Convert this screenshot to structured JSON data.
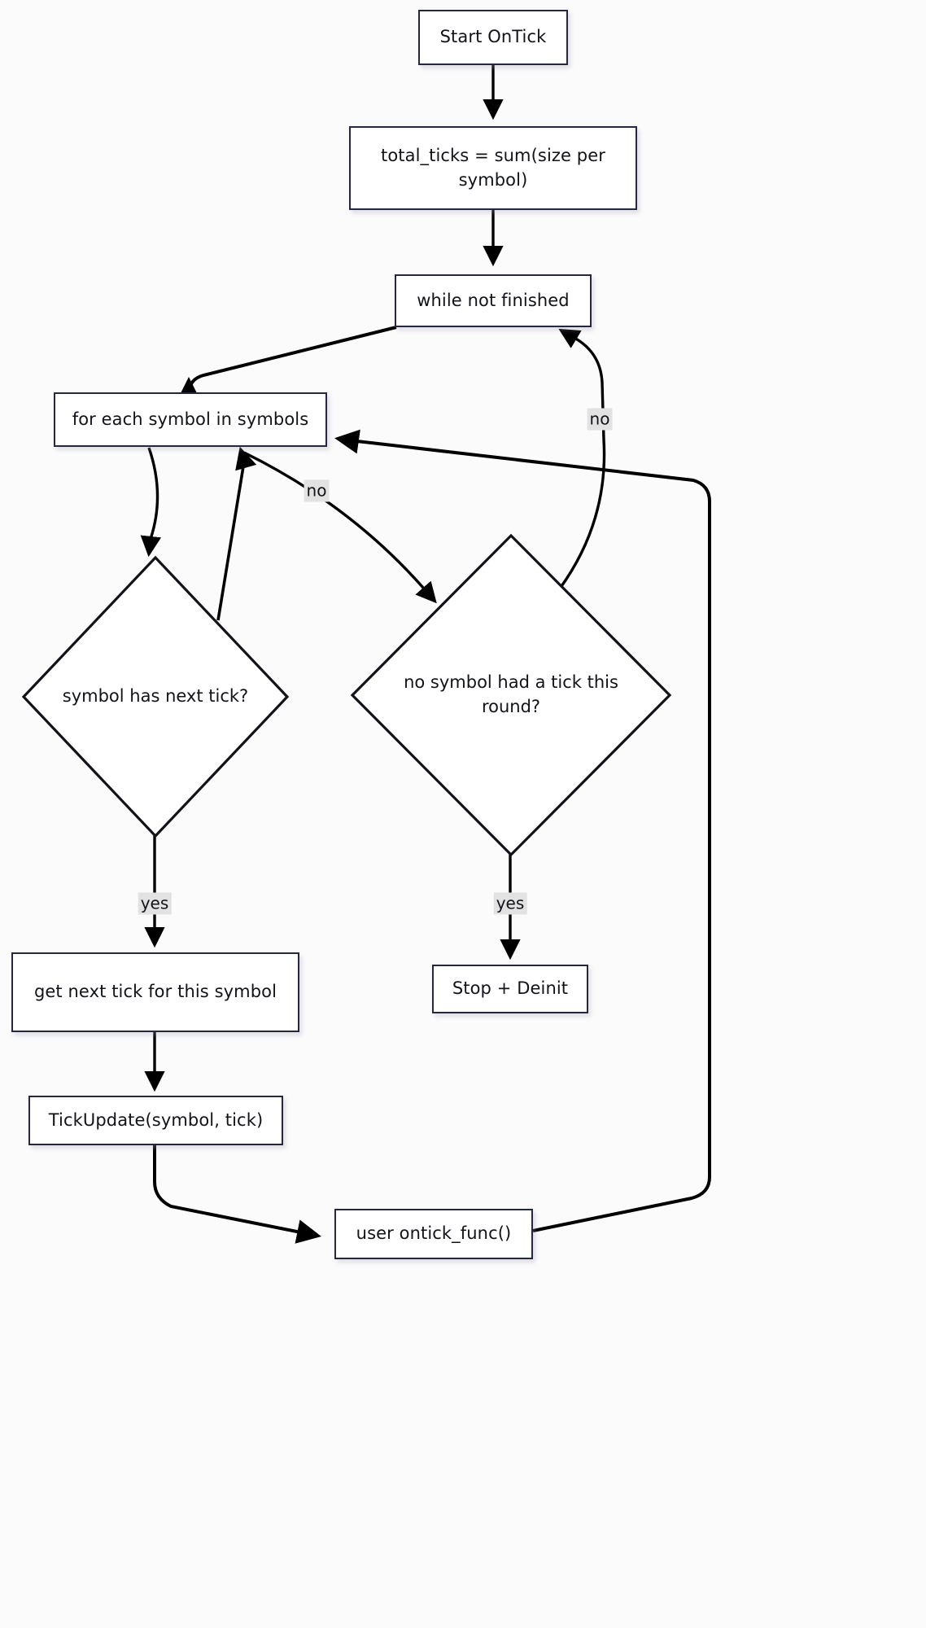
{
  "diagram": {
    "title": "OnTick processing flowchart",
    "type": "flowchart",
    "colors": {
      "node_border": "#272640",
      "node_fill": "#ffffff",
      "edge_stroke": "#000000",
      "edge_label_bg": "#e2e2e2",
      "canvas_bg": "#fbfbfc",
      "text": "#111318"
    }
  },
  "nodes": {
    "start": {
      "label": "Start OnTick",
      "shape": "rect"
    },
    "total_ticks": {
      "label": "total_ticks = sum(size per symbol)",
      "shape": "rect"
    },
    "while_not_finished": {
      "label": "while not finished",
      "shape": "rect"
    },
    "for_each_symbol": {
      "label": "for each symbol in symbols",
      "shape": "rect"
    },
    "symbol_has_next_tick": {
      "label": "symbol has next tick?",
      "shape": "diamond"
    },
    "no_symbol_had_tick": {
      "label": "no symbol had a tick this round?",
      "shape": "diamond"
    },
    "get_next_tick": {
      "label": "get next tick for this symbol",
      "shape": "rect"
    },
    "stop_deinit": {
      "label": "Stop + Deinit",
      "shape": "rect"
    },
    "tick_update": {
      "label": "TickUpdate(symbol, tick)",
      "shape": "rect"
    },
    "user_ontick_func": {
      "label": "user ontick_func()",
      "shape": "rect"
    }
  },
  "edge_labels": {
    "loop_back_no": "no",
    "symbol_next_no": "no",
    "symbol_next_yes": "yes",
    "round_check_yes": "yes"
  },
  "edges": [
    {
      "from": "start",
      "to": "total_ticks",
      "label": ""
    },
    {
      "from": "total_ticks",
      "to": "while_not_finished",
      "label": ""
    },
    {
      "from": "while_not_finished",
      "to": "for_each_symbol",
      "label": ""
    },
    {
      "from": "for_each_symbol",
      "to": "symbol_has_next_tick",
      "label": ""
    },
    {
      "from": "for_each_symbol",
      "to": "no_symbol_had_tick",
      "label": ""
    },
    {
      "from": "symbol_has_next_tick",
      "to": "for_each_symbol",
      "label": "no"
    },
    {
      "from": "symbol_has_next_tick",
      "to": "get_next_tick",
      "label": "yes"
    },
    {
      "from": "no_symbol_had_tick",
      "to": "while_not_finished",
      "label": "no"
    },
    {
      "from": "no_symbol_had_tick",
      "to": "stop_deinit",
      "label": "yes"
    },
    {
      "from": "get_next_tick",
      "to": "tick_update",
      "label": ""
    },
    {
      "from": "tick_update",
      "to": "user_ontick_func",
      "label": ""
    },
    {
      "from": "user_ontick_func",
      "to": "for_each_symbol",
      "label": ""
    }
  ]
}
